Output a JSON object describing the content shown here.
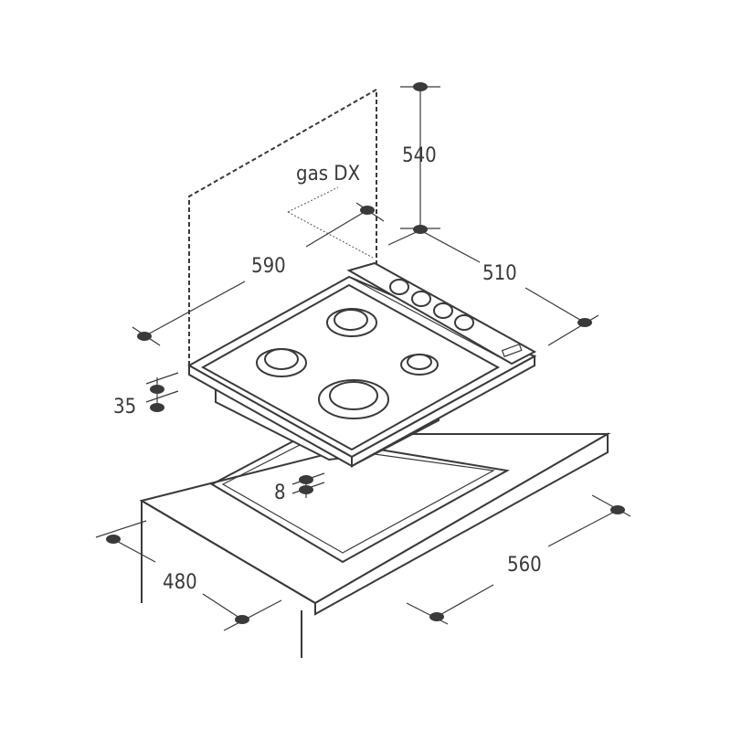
{
  "labels": {
    "height_above": "540",
    "gas_side": "gas DX",
    "hob_width": "590",
    "hob_depth": "510",
    "hob_height": "35",
    "clearance": "8",
    "cutout_depth": "480",
    "cutout_width": "560"
  }
}
